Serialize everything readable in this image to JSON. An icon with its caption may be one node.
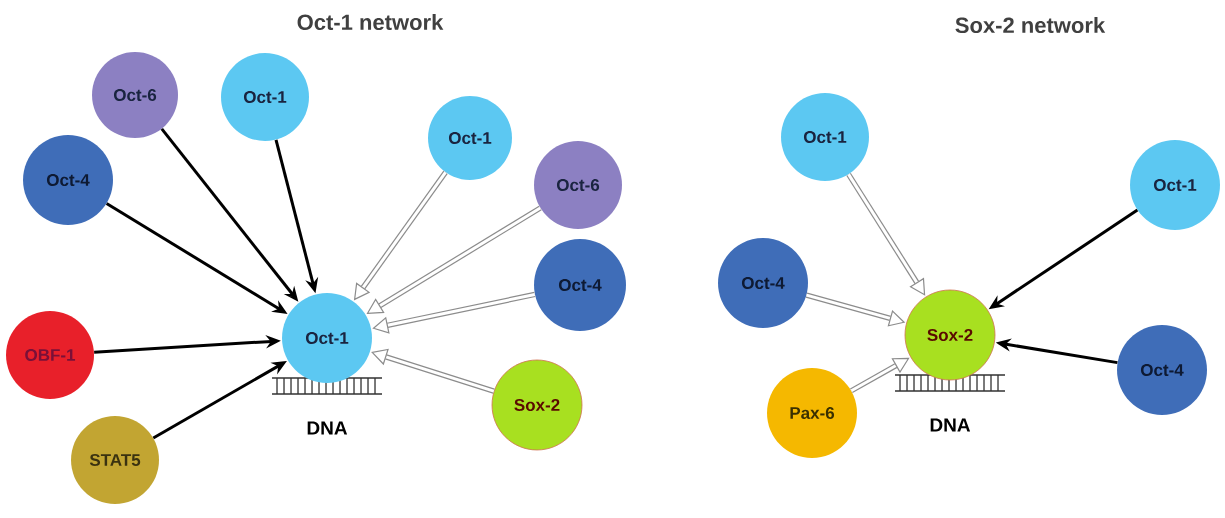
{
  "diagram": {
    "nodes": [
      {
        "text": [
          "Oct-6"
        ]
      },
      {
        "text": [
          "Oct-1"
        ]
      },
      {
        "text": [
          "Oct-4"
        ]
      },
      {
        "text": [
          "OBF-1"
        ]
      },
      {
        "text": [
          "STAT5"
        ]
      },
      {
        "text": [
          "Oct-1"
        ],
        "beside": [
          "DNA"
        ]
      },
      {
        "text": [
          "Oct-1"
        ]
      },
      {
        "text": [
          "Oct-6"
        ]
      },
      {
        "text": [
          "Oct-4"
        ]
      },
      {
        "text": [
          "Sox-2"
        ]
      },
      {
        "text": [
          "Oct-1"
        ]
      },
      {
        "text": [
          "Oct-4"
        ]
      },
      {
        "text": [
          "Pax-6"
        ]
      },
      {
        "text": [
          "Sox-2"
        ],
        "beside": [
          "DNA"
        ]
      },
      {
        "text": [
          "Oct-1"
        ]
      },
      {
        "text": [
          "Oct-4"
        ]
      }
    ],
    "edges": [
      {
        "from": 0,
        "to": 5,
        "arrow": "to"
      },
      {
        "from": 1,
        "to": 5,
        "arrow": "to"
      },
      {
        "from": 2,
        "to": 5,
        "arrow": "to"
      },
      {
        "from": 3,
        "to": 5,
        "arrow": "to"
      },
      {
        "from": 4,
        "to": 5,
        "arrow": "to"
      },
      {
        "from": 6,
        "to": 5,
        "arrow": "to",
        "style": "thick",
        "color": "#8c8c8c"
      },
      {
        "from": 7,
        "to": 5,
        "arrow": "to",
        "style": "thick",
        "color": "#8c8c8c"
      },
      {
        "from": 8,
        "to": 5,
        "arrow": "to",
        "style": "thick",
        "color": "#8c8c8c"
      },
      {
        "from": 9,
        "to": 5,
        "arrow": "to",
        "style": "thick",
        "color": "#8c8c8c"
      },
      {
        "from": 10,
        "to": 13,
        "arrow": "to",
        "style": "thick",
        "color": "#8c8c8c"
      },
      {
        "from": 11,
        "to": 13,
        "arrow": "to",
        "style": "thick",
        "color": "#8c8c8c"
      },
      {
        "from": 12,
        "to": 13,
        "arrow": "to",
        "style": "thick",
        "color": "#8c8c8c"
      },
      {
        "from": 14,
        "to": 13,
        "arrow": "to"
      },
      {
        "from": 15,
        "to": 13,
        "arrow": "to"
      }
    ],
    "labels": [
      "Oct-1 network",
      "Sox-2 network"
    ]
  }
}
